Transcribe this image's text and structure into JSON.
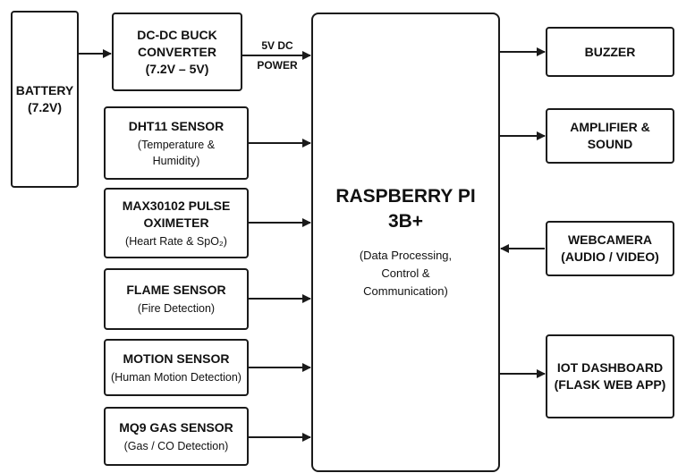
{
  "battery": {
    "title": "BATTERY",
    "sub": "(7.2V)"
  },
  "buck": {
    "title_line1": "DC-DC BUCK",
    "title_line2": "CONVERTER",
    "sub": "(7.2V – 5V)"
  },
  "power_label": {
    "line1": "5V DC",
    "line2": "POWER"
  },
  "sensors": [
    {
      "title_lines": [
        "DHT11 SENSOR"
      ],
      "sub_lines": [
        "(Temperature &",
        "Humidity)"
      ]
    },
    {
      "title_lines": [
        "MAX30102 PULSE",
        "OXIMETER"
      ],
      "sub_lines": [
        "(Heart Rate & SpO₂)"
      ]
    },
    {
      "title_lines": [
        "FLAME SENSOR"
      ],
      "sub_lines": [
        "(Fire Detection)"
      ]
    },
    {
      "title_lines": [
        "MOTION SENSOR"
      ],
      "sub_lines": [
        "(Human Motion Detection)"
      ]
    },
    {
      "title_lines": [
        "MQ9 GAS SENSOR"
      ],
      "sub_lines": [
        "(Gas / CO Detection)"
      ]
    }
  ],
  "pi": {
    "title_line1": "RASPBERRY PI",
    "title_line2": "3B+",
    "sub_lines": [
      "(Data Processing,",
      "Control &",
      "Communication)"
    ]
  },
  "outputs": [
    {
      "lines": [
        "BUZZER"
      ]
    },
    {
      "lines": [
        "AMPLIFIER &",
        "SOUND"
      ]
    },
    {
      "lines": [
        "WEBCAMERA",
        "(AUDIO / VIDEO)"
      ]
    },
    {
      "lines": [
        "IOT DASHBOARD",
        "(FLASK WEB APP)"
      ]
    }
  ]
}
